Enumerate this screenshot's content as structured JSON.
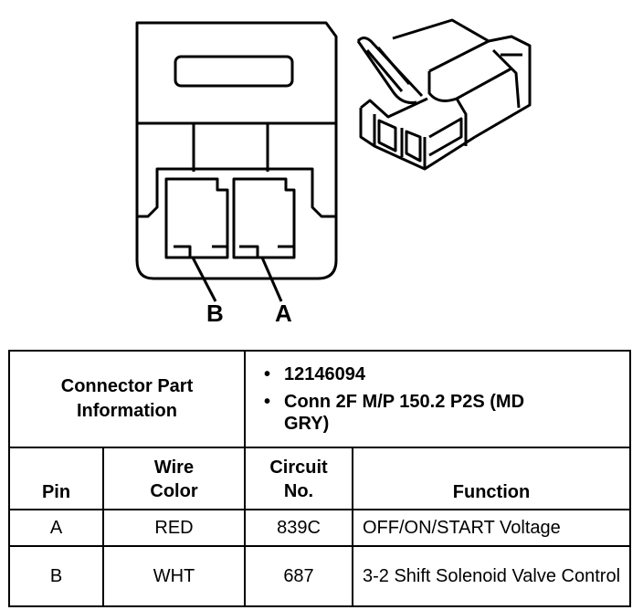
{
  "diagram": {
    "pins": [
      {
        "id": "B",
        "label": "B"
      },
      {
        "id": "A",
        "label": "A"
      }
    ]
  },
  "table": {
    "connector_header": "Connector Part Information",
    "connector_info": [
      "12146094",
      "Conn 2F M/P 150.2 P2S (MD GRY)"
    ],
    "columns": {
      "pin": "Pin",
      "wire_color": "Wire Color",
      "circuit_no": "Circuit No.",
      "function": "Function"
    },
    "rows": [
      {
        "pin": "A",
        "wire_color": "RED",
        "circuit": "839C",
        "function": "OFF/ON/START Voltage"
      },
      {
        "pin": "B",
        "wire_color": "WHT",
        "circuit": "687",
        "function": "3-2 Shift Solenoid Valve Control"
      }
    ]
  }
}
